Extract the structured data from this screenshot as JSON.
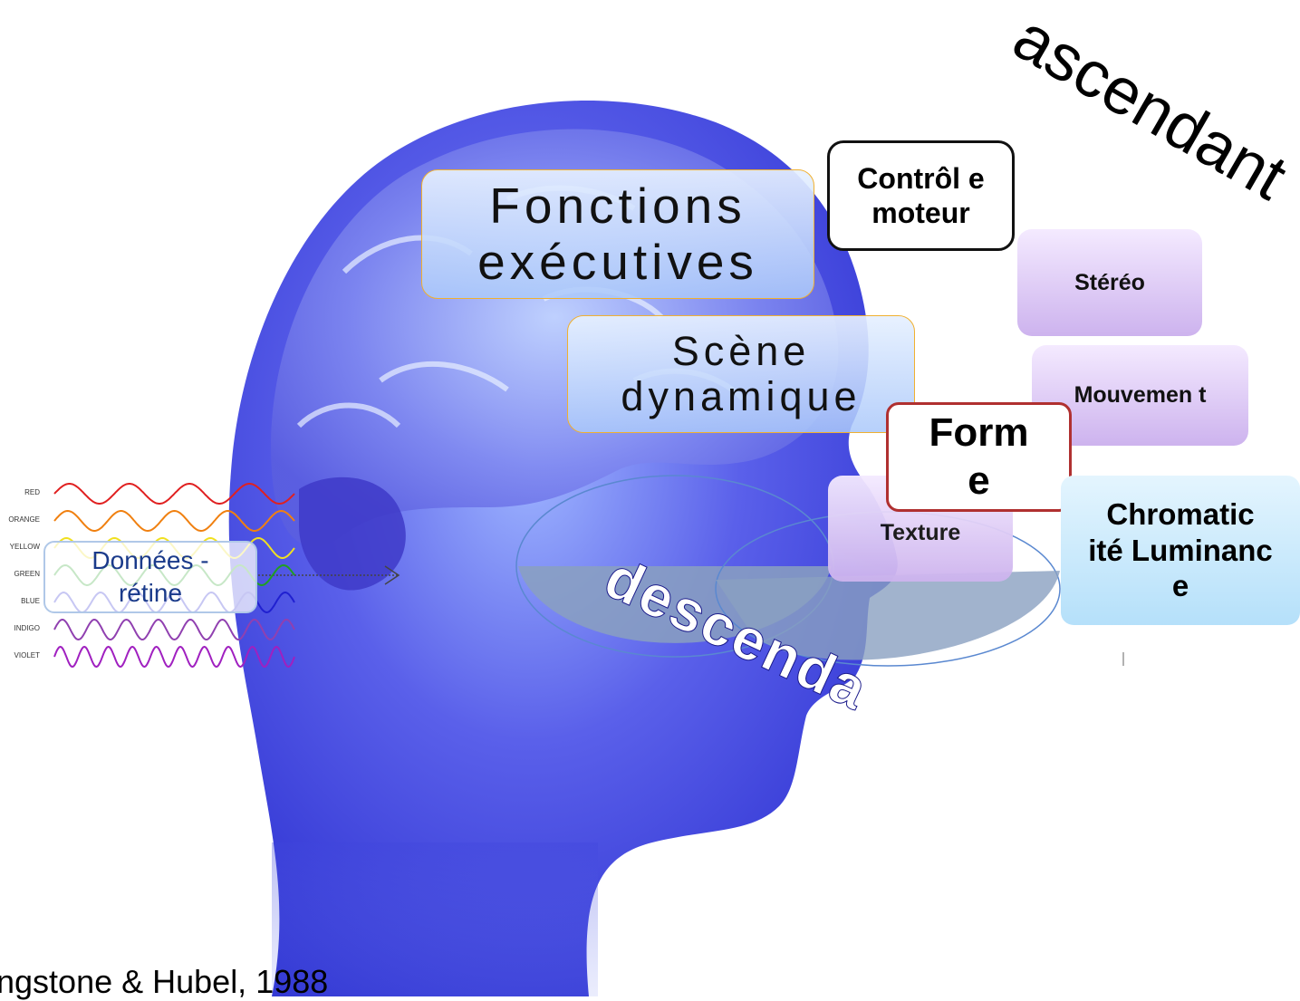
{
  "labels": {
    "fonctions": "Fonctions exécutives",
    "scene": "Scène dynamique",
    "controle": "Contrôl e moteur",
    "stereo": "Stéréo",
    "mouvement": "Mouvemen t",
    "forme": "Form e",
    "texture": "Texture",
    "chroma": "Chromatic ité Luminanc e",
    "donnees": "Données - rétine",
    "ascendant": "ascendant",
    "descendant": "descenda",
    "citation": "ngstone & Hubel, 1988"
  },
  "spectrum": {
    "names": [
      "RED",
      "ORANGE",
      "YELLOW",
      "GREEN",
      "BLUE",
      "INDIGO",
      "VIOLET"
    ],
    "colors": [
      "#e02020",
      "#f08010",
      "#f0e020",
      "#20a020",
      "#2020d0",
      "#9040b0",
      "#a020c0"
    ]
  },
  "colors": {
    "head": "#4a4fe0",
    "box_border_gold": "#f0b030",
    "forme_border": "#b03030",
    "chroma_fill": "#bfe6fb"
  }
}
